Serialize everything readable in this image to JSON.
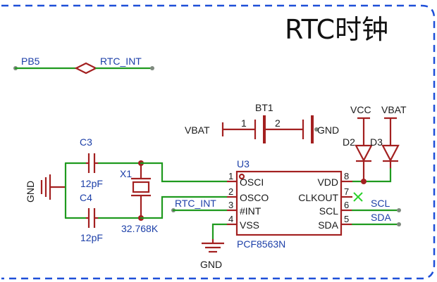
{
  "title": "RTC时钟",
  "net_labels": {
    "pb5": "PB5",
    "rtc_int_top": "RTC_INT",
    "rtc_int_chip": "RTC_INT",
    "vbat_battery": "VBAT",
    "gnd_battery": "GND",
    "vcc": "VCC",
    "vbat_diode": "VBAT",
    "gnd_left": "GND",
    "gnd_chip": "GND",
    "scl": "SCL",
    "sda": "SDA"
  },
  "components": {
    "battery": {
      "ref": "BT1",
      "pin1": "1",
      "pin2": "2"
    },
    "c3": {
      "ref": "C3",
      "value": "12pF"
    },
    "c4": {
      "ref": "C4",
      "value": "12pF"
    },
    "crystal": {
      "ref": "X1",
      "value": "32.768K"
    },
    "d2": {
      "ref": "D2"
    },
    "d3": {
      "ref": "D3"
    },
    "chip": {
      "ref": "U3",
      "part": "PCF8563N",
      "left_pins": [
        {
          "num": "1",
          "name": "OSCI"
        },
        {
          "num": "2",
          "name": "OSCO"
        },
        {
          "num": "3",
          "name": "#INT"
        },
        {
          "num": "4",
          "name": "VSS"
        }
      ],
      "right_pins": [
        {
          "num": "8",
          "name": "VDD"
        },
        {
          "num": "7",
          "name": "CLKOUT"
        },
        {
          "num": "6",
          "name": "SCL"
        },
        {
          "num": "5",
          "name": "SDA"
        }
      ]
    }
  },
  "colors": {
    "wire": "#1f9a1f",
    "component": "#a32020",
    "label": "#1c3fa8",
    "border": "#1e4fd8",
    "no_connect": "#2bd12b"
  }
}
